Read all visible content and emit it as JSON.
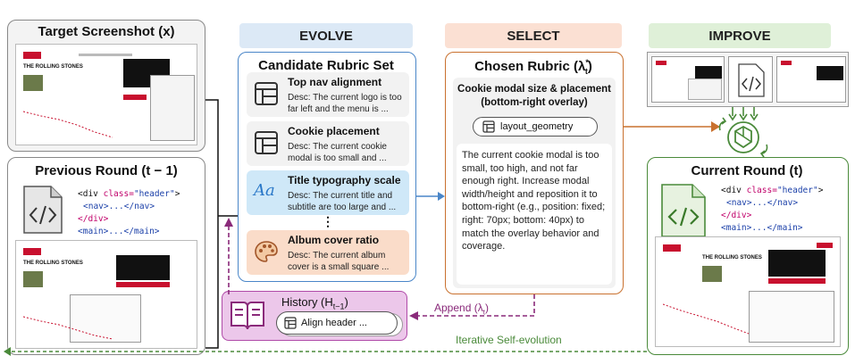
{
  "target": {
    "title": "Target Screenshot (x)",
    "site_title": "THE ROLLING STONES"
  },
  "previous": {
    "title": "Previous Round (t − 1)",
    "code": [
      "<div class=\"header\">",
      "<nav>...</nav>",
      "</div>",
      "<main>...</main>"
    ],
    "site_title": "THE ROLLING STONES"
  },
  "evolve": {
    "header": "EVOLVE",
    "panel_title": "Candidate Rubric Set",
    "cards": [
      {
        "title": "Top nav alignment",
        "desc": "Desc: The current logo is too far left and the menu is ..."
      },
      {
        "title": "Cookie placement",
        "desc": "Desc: The current cookie modal is too small and ..."
      },
      {
        "title": "Title typography scale",
        "desc": "Desc: The current title and subtitle are too large and ..."
      },
      {
        "title": "Album cover ratio",
        "desc": "Desc: The current album cover is a small square ..."
      }
    ],
    "ellipsis": "⋮",
    "icon_aa": "Aa"
  },
  "history": {
    "title": "History (H",
    "subscript": "t−1",
    "title_end": ")",
    "item": "Align header ..."
  },
  "append_label": "Append (λ",
  "append_sub": "t",
  "append_end": ")",
  "select": {
    "header": "SELECT",
    "panel_title": "Chosen Rubric (λ",
    "panel_sub": "t",
    "panel_sup": "*",
    "panel_end": ")",
    "rubric_name": "Cookie modal size & placement (bottom-right overlay)",
    "tag": "layout_geometry",
    "body": "The current cookie modal is too small, too high, and not far enough right. Increase modal width/height and reposition it to bottom-right (e.g., position: fixed; right: 70px; bottom: 40px) to match the overlay behavior and coverage."
  },
  "improve": {
    "header": "IMPROVE"
  },
  "current": {
    "title": "Current Round (t)",
    "code": [
      "<div class=\"header\">",
      "<nav>...</nav>",
      "</div>",
      "<main>...</main>"
    ],
    "site_title": "THE ROLLING STONES"
  },
  "loop_label": "Iterative Self-evolution",
  "colors": {
    "evolve_bg": "#dce9f6",
    "select_bg": "#fbe0d3",
    "improve_bg": "#dff0d8",
    "evolve_border": "#4a86c8",
    "select_border": "#c9712f",
    "improve_border": "#4a8a3a",
    "history_bg": "#ecc7ea",
    "history_border": "#b04aa8",
    "purple": "#8a2a7a",
    "typo_card": "#cfe8f8",
    "album_card": "#fadcc9"
  }
}
